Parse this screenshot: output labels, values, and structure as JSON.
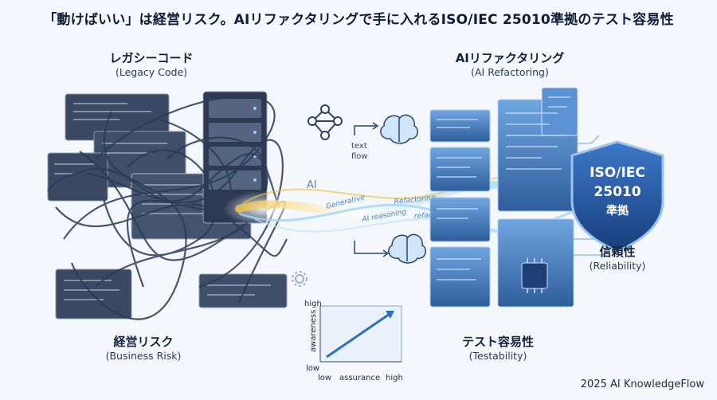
{
  "title": "「動けばいい」は経営リスク。AIリファクタリングで手に入れるISO/IEC 25010準拠のテスト容易性",
  "legacy": {
    "jp": "レガシーコード",
    "en": "(Legacy Code)"
  },
  "refactor": {
    "jp": "AIリファクタリング",
    "en": "(AI Refactoring)"
  },
  "business_risk": {
    "jp": "経営リスク",
    "en": "(Business Risk)"
  },
  "testability": {
    "jp": "テスト容易性",
    "en": "(Testability)"
  },
  "reliability": {
    "jp": "信頼性",
    "en": "(Reliability)"
  },
  "shield": {
    "line1": "ISO/IEC",
    "line2": "25010",
    "line3": "準拠"
  },
  "ai_label": "AI",
  "flow": {
    "line1": "text",
    "line2": "flow"
  },
  "stream_words": [
    "Generative",
    "AI reasoning",
    "Refactoring",
    "refactoring"
  ],
  "mini_chart": {
    "y_high": "high",
    "y_label": "awareness",
    "y_low": "low",
    "x_low": "low",
    "x_label": "assurance",
    "x_high": "high"
  },
  "watermark": "2025 AI KnowledgeFlow",
  "colors": {
    "accent": "#2f7ad9",
    "shield": "#1f4f9a",
    "stream": "#f3c34a",
    "tangle": "#2b3a55"
  }
}
